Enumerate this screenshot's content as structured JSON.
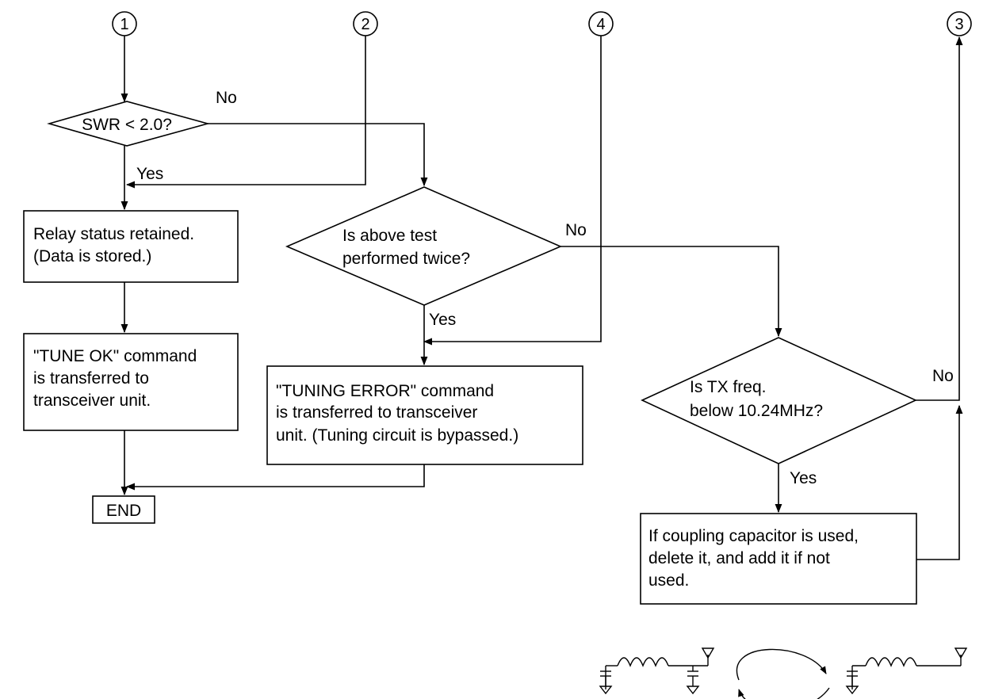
{
  "connectors": {
    "c1": "1",
    "c2": "2",
    "c3": "3",
    "c4": "4"
  },
  "decisions": {
    "swr": "SWR < 2.0?",
    "twice_line1": "Is above test",
    "twice_line2": "performed twice?",
    "freq_line1": "Is TX freq.",
    "freq_line2": "below 10.24MHz?"
  },
  "boxes": {
    "relay_line1": "Relay status retained.",
    "relay_line2": "(Data is stored.)",
    "tune_ok_line1": "\"TUNE OK\" command",
    "tune_ok_line2": "is transferred to",
    "tune_ok_line3": "transceiver unit.",
    "tuning_error_line1": "\"TUNING ERROR\" command",
    "tuning_error_line2": "is transferred to transceiver",
    "tuning_error_line3": "unit. (Tuning circuit is bypassed.)",
    "coupling_line1": "If coupling capacitor is used,",
    "coupling_line2": "delete it, and add it if not",
    "coupling_line3": "used.",
    "end": "END"
  },
  "edge_labels": {
    "swr_no": "No",
    "swr_yes": "Yes",
    "twice_no": "No",
    "twice_yes": "Yes",
    "freq_no": "No",
    "freq_yes": "Yes"
  }
}
